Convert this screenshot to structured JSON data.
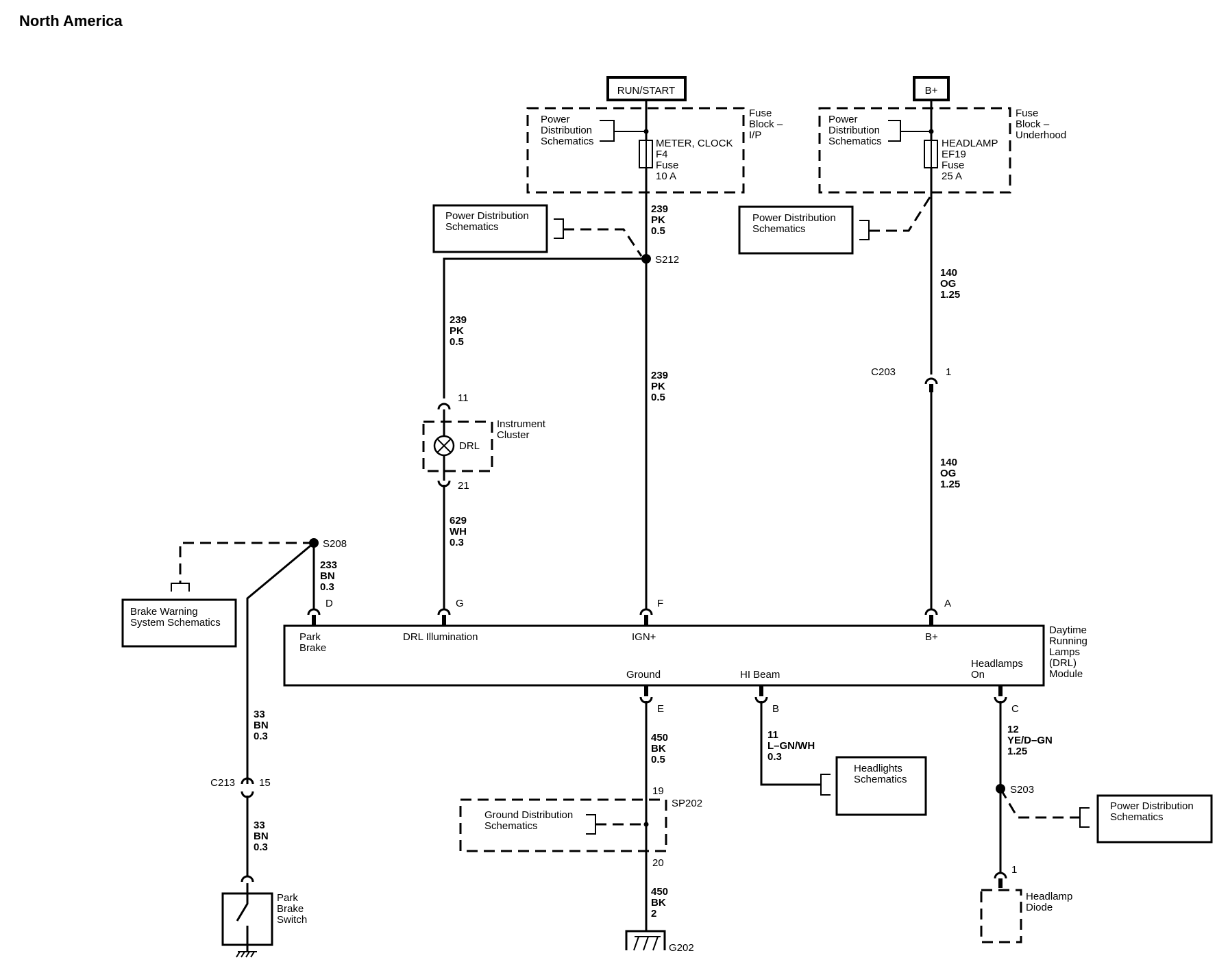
{
  "title": "North America",
  "sources": {
    "run_start": "RUN/START",
    "b_plus": "B+"
  },
  "fuse_ip": {
    "block_label": [
      "Fuse",
      "Block –",
      "I/P"
    ],
    "pds_label": [
      "Power",
      "Distribution",
      "Schematics"
    ],
    "fuse_label": [
      "METER, CLOCK",
      "F4",
      "Fuse",
      "10 A"
    ]
  },
  "fuse_uh": {
    "block_label": [
      "Fuse",
      "Block –",
      "Underhood"
    ],
    "pds_label": [
      "Power",
      "Distribution",
      "Schematics"
    ],
    "fuse_label": [
      "HEADLAMP",
      "EF19",
      "Fuse",
      "25 A"
    ]
  },
  "ref_boxes": {
    "pds_1": [
      "Power Distribution",
      "Schematics"
    ],
    "pds_2": [
      "Power Distribution",
      "Schematics"
    ],
    "pds_3": [
      "Power Distribution",
      "Schematics"
    ],
    "brake_warning": [
      "Brake Warning",
      "System Schematics"
    ],
    "ground_dist": [
      "Ground Distribution",
      "Schematics"
    ],
    "headlights": [
      "Headlights",
      "Schematics"
    ]
  },
  "splices": {
    "s212": "S212",
    "s208": "S208",
    "s203": "S203",
    "sp202": "SP202"
  },
  "wires": {
    "w239_top": [
      "239",
      "PK",
      "0.5"
    ],
    "w239_left": [
      "239",
      "PK",
      "0.5"
    ],
    "w239_mid": [
      "239",
      "PK",
      "0.5"
    ],
    "w140_top": [
      "140",
      "OG",
      "1.25"
    ],
    "w140_bot": [
      "140",
      "OG",
      "1.25"
    ],
    "w629": [
      "629",
      "WH",
      "0.3"
    ],
    "w233": [
      "233",
      "BN",
      "0.3"
    ],
    "w33_top": [
      "33",
      "BN",
      "0.3"
    ],
    "w33_bot": [
      "33",
      "BN",
      "0.3"
    ],
    "w450_top": [
      "450",
      "BK",
      "0.5"
    ],
    "w450_bot": [
      "450",
      "BK",
      "2"
    ],
    "w11": [
      "11",
      "L–GN/WH",
      "0.3"
    ],
    "w12": [
      "12",
      "YE/D–GN",
      "1.25"
    ]
  },
  "connectors": {
    "c203": "C203",
    "c203_pin": "1",
    "c213": "C213",
    "c213_pin": "15",
    "ic_pin_top": "11",
    "ic_pin_bot": "21",
    "pin_d": "D",
    "pin_g": "G",
    "pin_f": "F",
    "pin_a": "A",
    "pin_e": "E",
    "pin_b": "B",
    "pin_c": "C",
    "sp202_top": "19",
    "sp202_bot": "20",
    "diode_pin": "1"
  },
  "instrument_cluster": {
    "lamp": "DRL",
    "label": [
      "Instrument",
      "Cluster"
    ]
  },
  "module": {
    "label": [
      "Daytime",
      "Running",
      "Lamps",
      "(DRL)",
      "Module"
    ],
    "park_brake": [
      "Park",
      "Brake"
    ],
    "drl_illum": "DRL Illumination",
    "ign": "IGN+",
    "bplus": "B+",
    "ground": "Ground",
    "hibeam": "HI Beam",
    "headlamps_on": [
      "Headlamps",
      "On"
    ]
  },
  "components": {
    "park_brake_switch": [
      "Park",
      "Brake",
      "Switch"
    ],
    "headlamp_diode": [
      "Headlamp",
      "Diode"
    ],
    "ground": "G202"
  }
}
